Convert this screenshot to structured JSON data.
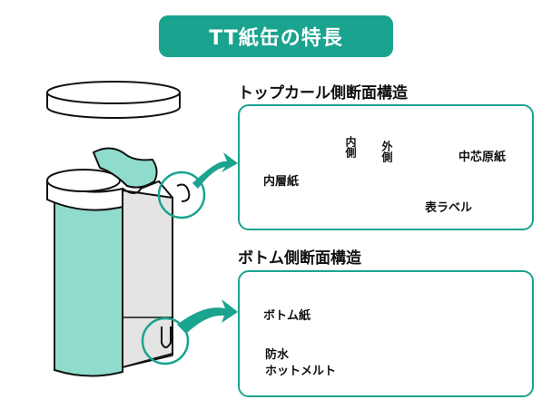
{
  "title": "TT紙缶の特長",
  "top_section": {
    "heading": "トップカール側断面構造",
    "labels": {
      "inner_layer": "内層紙",
      "inner_side": "内側",
      "outer_side": "外側",
      "core_paper": "中芯原紙",
      "surface_label": "表ラベル"
    }
  },
  "bottom_section": {
    "heading": "ボトム側断面構造",
    "labels": {
      "bottom_paper": "ボトム紙",
      "waterproof_line1": "防水",
      "waterproof_line2": "ホットメルト"
    }
  },
  "colors": {
    "accent": "#1aa38e",
    "label_teal": "#8fdccd",
    "gray_layer": "#b9b9b9",
    "light_gray": "#e4e4e4"
  }
}
